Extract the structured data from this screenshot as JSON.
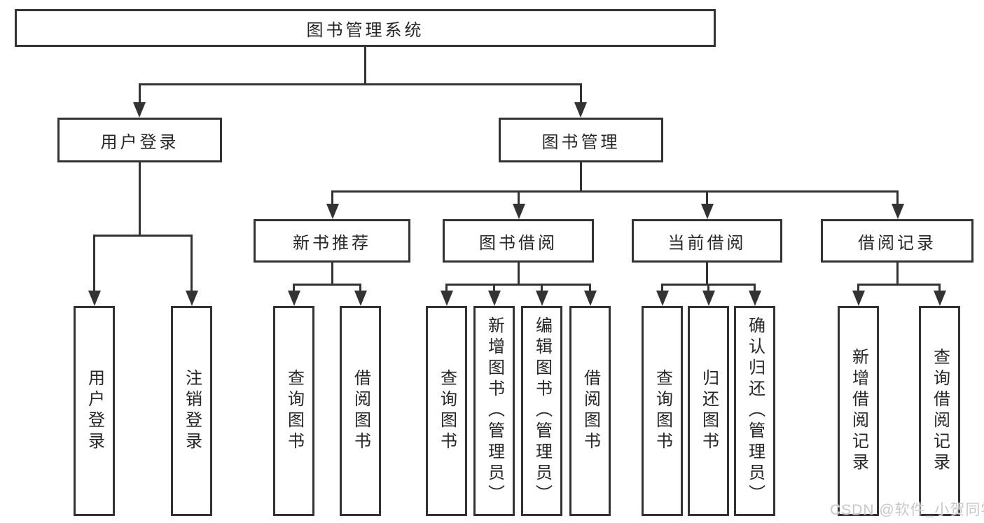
{
  "diagram": {
    "root": {
      "label": "图书管理系统"
    },
    "user_login": {
      "label": "用户登录",
      "children": [
        {
          "label": "用户登录"
        },
        {
          "label": "注销登录"
        }
      ]
    },
    "book_management": {
      "label": "图书管理"
    },
    "new_books": {
      "label": "新书推荐",
      "children": [
        {
          "label": "查询图书"
        },
        {
          "label": "借阅图书"
        }
      ]
    },
    "book_borrowing": {
      "label": "图书借阅",
      "children": [
        {
          "label": "查询图书"
        },
        {
          "label": "新增图书（管理员）"
        },
        {
          "label": "编辑图书（管理员）"
        },
        {
          "label": "借阅图书"
        }
      ]
    },
    "current_borrowing": {
      "label": "当前借阅",
      "children": [
        {
          "label": "查询图书"
        },
        {
          "label": "归还图书"
        },
        {
          "label": "确认归还（管理员）"
        }
      ]
    },
    "borrow_records": {
      "label": "借阅记录",
      "children": [
        {
          "label": "新增借阅记录"
        },
        {
          "label": "查询借阅记录"
        }
      ]
    }
  },
  "watermark": {
    "text": "CSDN @软件_小贺同学"
  },
  "colors": {
    "line": "#333333",
    "text": "#262626",
    "background": "#ffffff",
    "watermark": "#c8c8c8"
  }
}
